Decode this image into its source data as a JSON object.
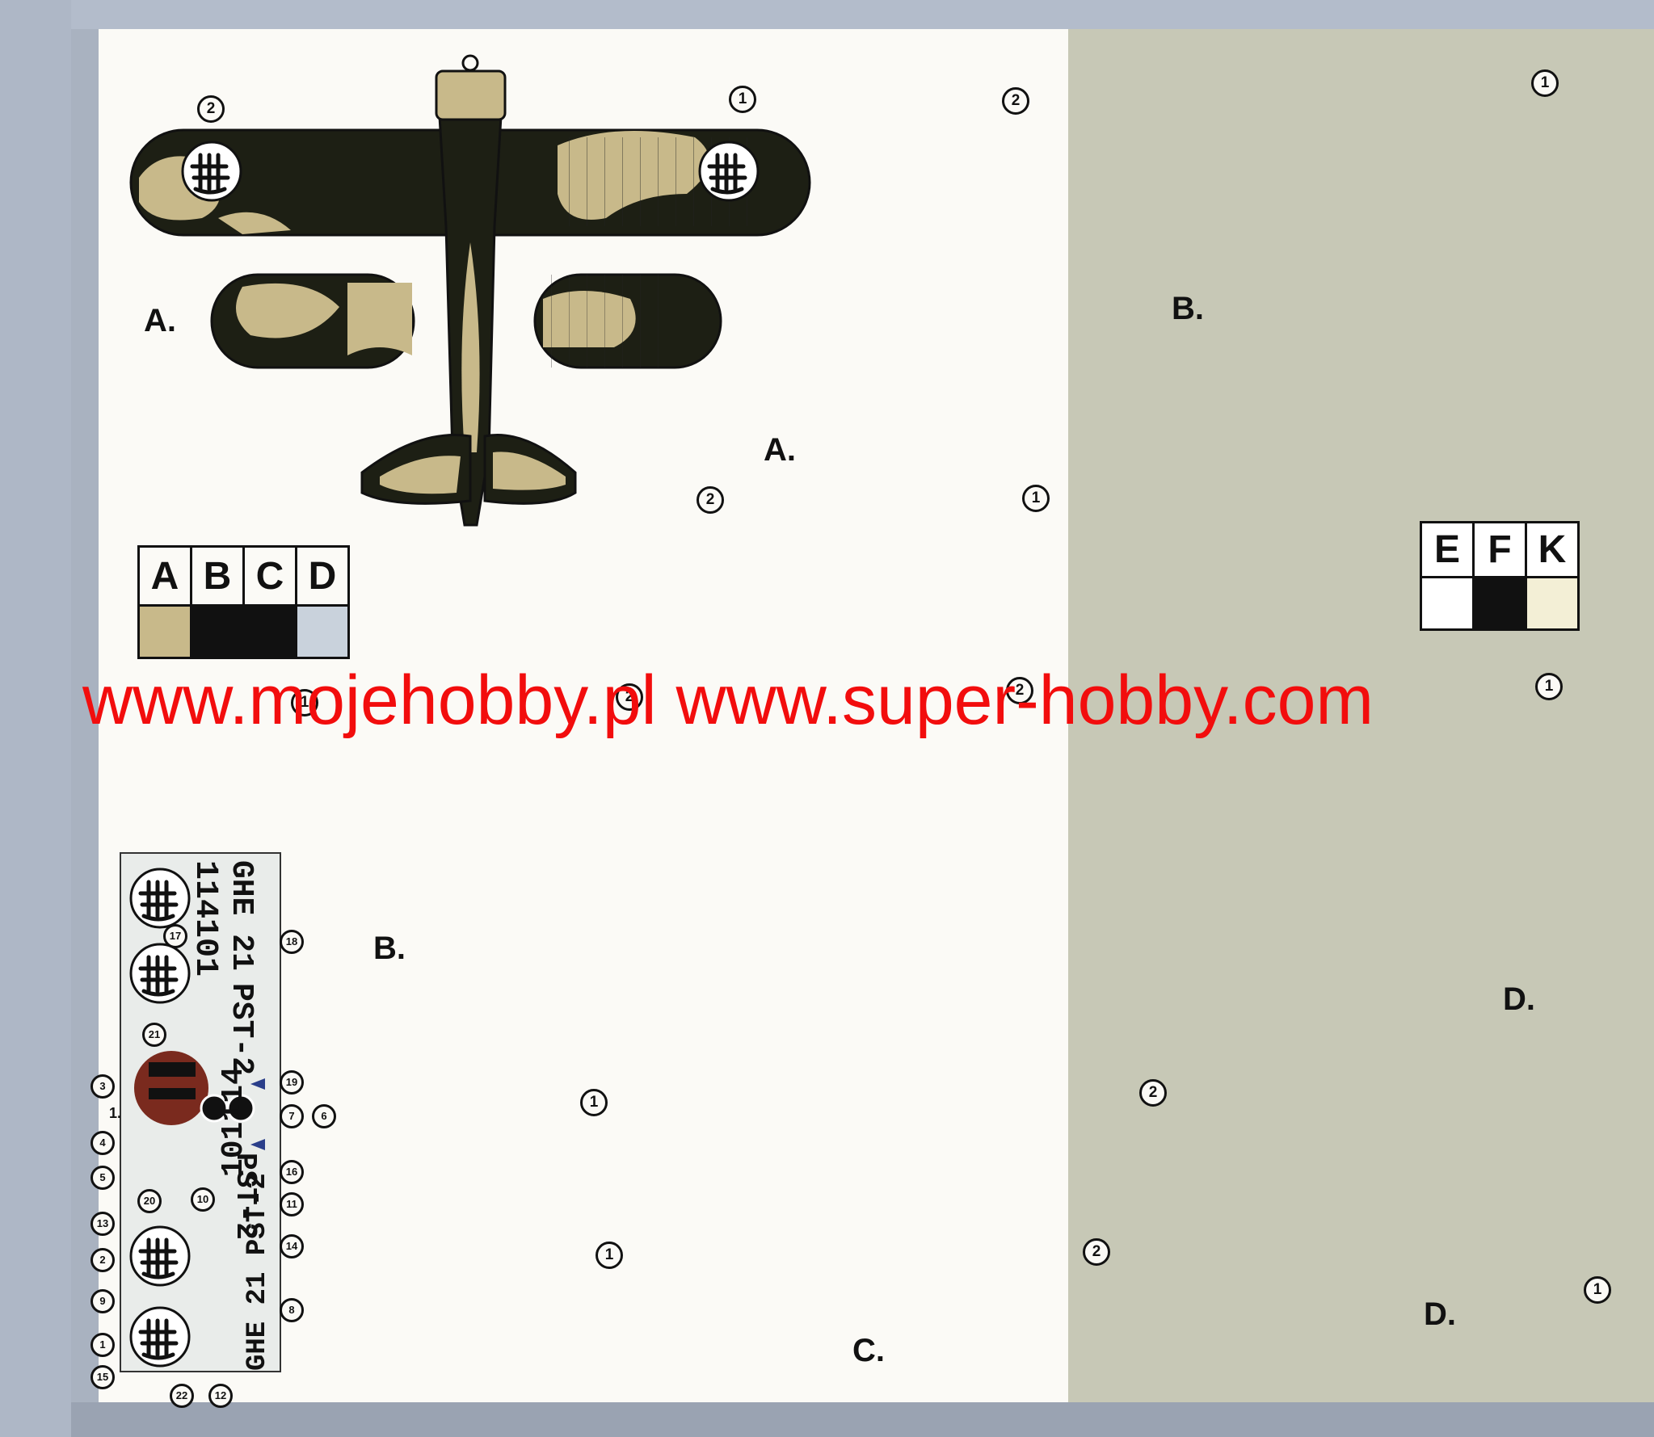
{
  "watermark": {
    "text": "www.mojehobby.pl www.super-hobby.com"
  },
  "view_labels": {
    "a_top": "A.",
    "a_bottom": "A.",
    "b_top": "B.",
    "b_bottom": "B.",
    "c": "C.",
    "d_top": "D.",
    "d_bottom": "D."
  },
  "callouts": {
    "a_top_left": "2",
    "a_top_right": "1",
    "a_bottom_left": "2",
    "a_bottom_right": "1",
    "b_top_left": "2",
    "b_top_right": "1",
    "b_bottom_left": "1",
    "b_bottom_right": "2",
    "c_upper_left": "1",
    "c_upper_right": "2",
    "c_lower_left": "1",
    "c_lower_right": "2",
    "d_upper_left": "2",
    "d_upper_right": "1",
    "d_lower_right": "1"
  },
  "color_key_left": {
    "letters": [
      "A",
      "B",
      "C",
      "D"
    ],
    "swatches": [
      "#c8b98a",
      "#111111",
      "#111111",
      "#c9d2dc"
    ]
  },
  "color_key_right": {
    "letters": [
      "E",
      "F",
      "K"
    ],
    "swatches": [
      "#ffffff",
      "#111111",
      "#f3efd6"
    ]
  },
  "decal_sheet": {
    "text_columns": [
      "114101",
      "PST-2",
      "GHE 21",
      "PST-2",
      "101114",
      "GHE 21 PST-2"
    ],
    "numbers": [
      "3",
      "4",
      "5",
      "13",
      "2",
      "9",
      "1",
      "15",
      "22",
      "12",
      "8",
      "14",
      "11",
      "16",
      "19",
      "7",
      "6",
      "18",
      "17",
      "21",
      "20",
      "10",
      "1."
    ]
  },
  "colors": {
    "olive_dark": "#1d1f14",
    "sand": "#c8b98a",
    "light_blue": "#c9d2dc",
    "cream": "#f6f2d6",
    "ink": "#111111",
    "red_watermark": "#f20d0d",
    "grey_panel": "#c7c8b6"
  },
  "icons": {
    "roundel": "fasces-roundel-icon"
  }
}
